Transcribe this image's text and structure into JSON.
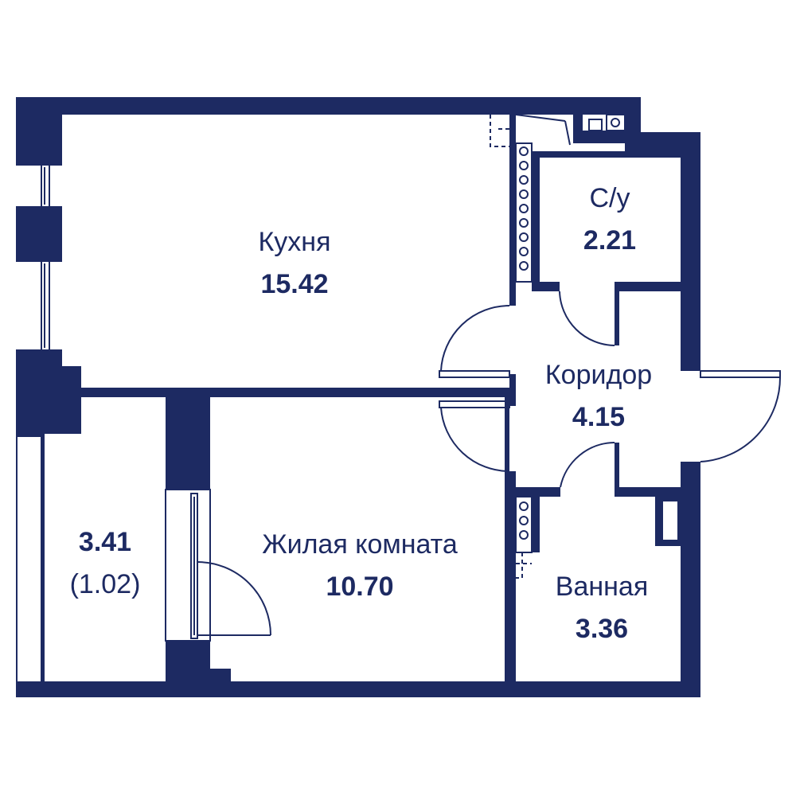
{
  "colors": {
    "wall": "#1d2a62",
    "floor": "#ffffff",
    "text": "#1d2a62"
  },
  "rooms": {
    "kitchen": {
      "name": "Кухня",
      "area": "15.42"
    },
    "wc": {
      "name": "С/у",
      "area": "2.21"
    },
    "corridor": {
      "name": "Коридор",
      "area": "4.15"
    },
    "living": {
      "name": "Жилая комната",
      "area": "10.70"
    },
    "bathroom": {
      "name": "Ванная",
      "area": "3.36"
    },
    "balcony": {
      "area": "3.41",
      "area_reduced": "(1.02)"
    }
  },
  "icons": [
    "window-icon",
    "door-swing-icon",
    "ventilation-shaft-icon",
    "sink-icon"
  ]
}
